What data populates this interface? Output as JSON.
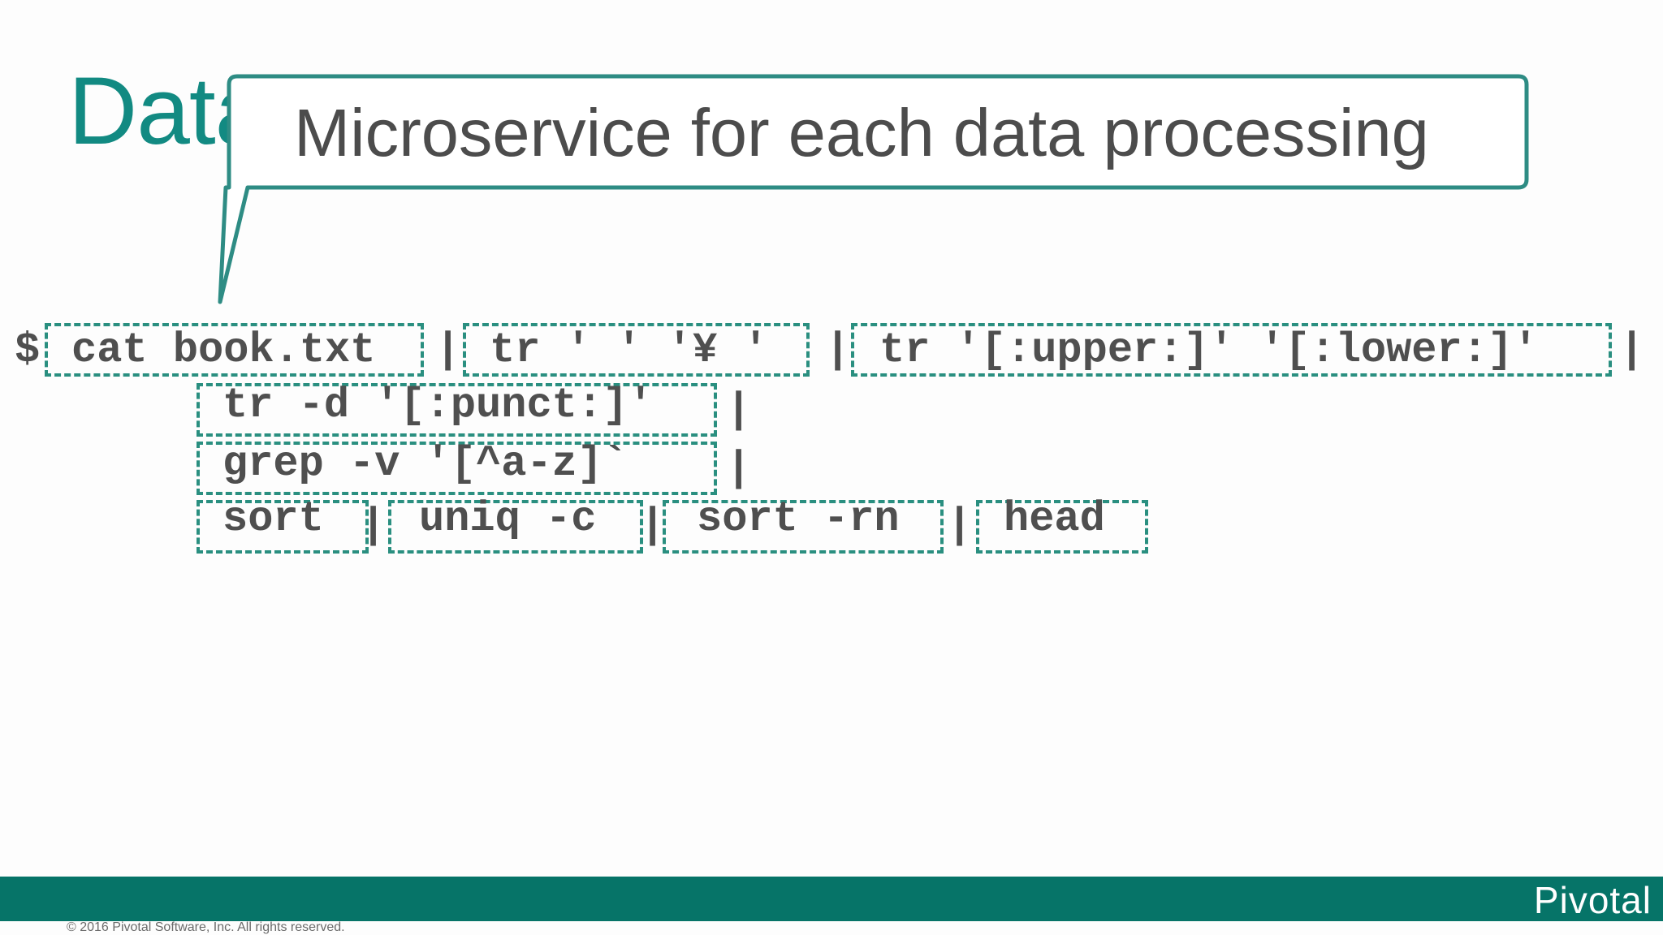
{
  "slide": {
    "title": "Data",
    "callout": "Microservice for each data processing",
    "prompt": "$",
    "pipe": "|",
    "commands": {
      "cat": "cat book.txt",
      "tr_space": "tr ' ' '¥ '",
      "tr_lower": "tr '[:upper:]' '[:lower:]'",
      "tr_punct": "tr -d '[:punct:]'",
      "grep": "grep -v '[^a-z]`",
      "sort": "sort",
      "uniq": "uniq -c",
      "sort_rn": "sort -rn",
      "head": "head"
    }
  },
  "footer": {
    "brand": "Pivotal",
    "copyright": "© 2016 Pivotal Software, Inc.  All rights reserved."
  },
  "colors": {
    "accent": "#128a82",
    "footer_bar": "#067468",
    "dashed_box": "#2a8f80",
    "code_text": "#4f4f4f"
  }
}
